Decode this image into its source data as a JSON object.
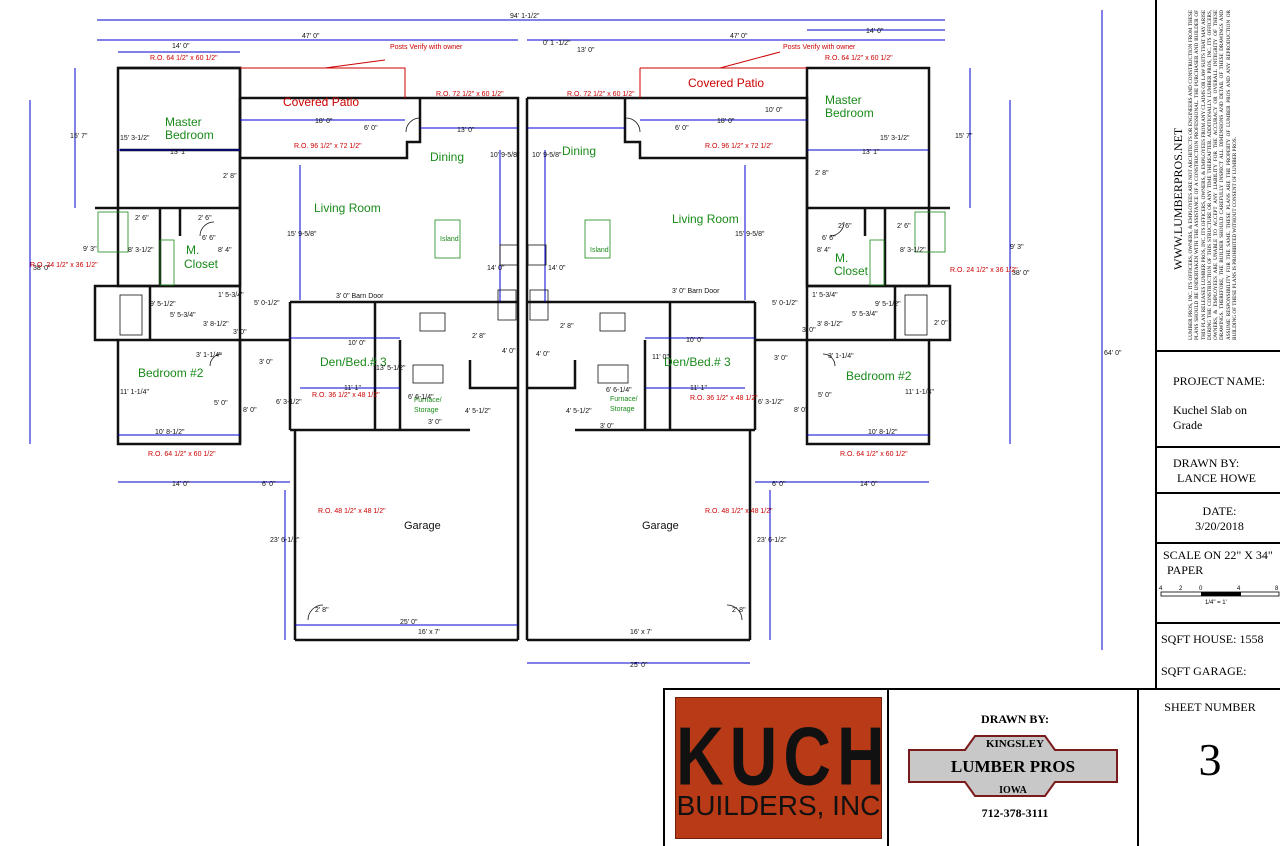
{
  "plan": {
    "overall_width": "94' 1-1/2\"",
    "overall_depth": "64' 0\"",
    "posts_note": "Posts Verify with owner",
    "rooms": {
      "covered_patio": "Covered Patio",
      "master_bedroom_line1": "Master",
      "master_bedroom_line2": "Bedroom",
      "dining": "Dining",
      "living_room": "Living Room",
      "m_closet_line1": "M.",
      "m_closet_line2": "Closet",
      "bedroom2": "Bedroom #2",
      "den_bed3": "Den/Bed.# 3",
      "furnace_line1": "Furnace/",
      "furnace_line2": "Storage",
      "garage": "Garage",
      "island": "Island",
      "barn_door": "3' 0\" Barn Door"
    },
    "dims": {
      "d14": "14' 0\"",
      "d47": "47' 0\"",
      "d0_1": "0' 1 -1/2\"",
      "d13": "13' 0\"",
      "d18": "18' 0\"",
      "d6": "6' 0\"",
      "d10": "10' 0\"",
      "d15_7": "15' 7\"",
      "d15_3": "15' 3-1/2\"",
      "d13_1": "13' 1\"",
      "d10_9": "10' 9-5/8\"",
      "d15_9": "15' 9-5/8\"",
      "d2_6": "2' 6\"",
      "d2_8": "2' 8\"",
      "d6_6": "6' 6\"",
      "d8_4": "8' 4\"",
      "d8_3": "8' 3-1/2\"",
      "d9_3": "9' 3\"",
      "d38": "38' 0\"",
      "d14_0": "14' 0\"",
      "d5_0": "5' 0-1/2\"",
      "d1_5": "1' 5-3/4\"",
      "d9_5": "9' 5-1/2\"",
      "d5_5": "5' 5-3/4\"",
      "d3_8": "3' 8-1/2\"",
      "d3_0": "3' 0\"",
      "d3_1": "3' 1-1/4\"",
      "d11_1": "11' 1-1/4\"",
      "d5_0b": "5' 0\"",
      "d8_0": "8' 0\"",
      "d10_8": "10' 8-1/2\"",
      "d11_0": "11' 0\"",
      "d11_1b": "11' 1\"",
      "d13_5": "13' 5-1/2\"",
      "d6_3": "6' 3-1/2\"",
      "d6_6b": "6' 6-1/4\"",
      "d4_5": "4' 5-1/2\"",
      "d4_0": "4' 0\"",
      "d6_0b": "6' 0\"",
      "d23_6": "23' 6-1/2\"",
      "d25": "25' 0\"",
      "d16x7": "16' x 7'",
      "d2_0": "2' 0\""
    },
    "rough_openings": {
      "ro_64_60": "R.O. 64 1/2\" x 60 1/2\"",
      "ro_72_60": "R.O. 72 1/2\" x 60 1/2\"",
      "ro_96_72": "R.O. 96 1/2\" x 72 1/2\"",
      "ro_24_36": "R.O. 24 1/2\" x 36 1/2\"",
      "ro_36_48": "R.O. 36 1/2\" x 48 1/2\"",
      "ro_48_48": "R.O. 48 1/2\" x 48 1/2\""
    }
  },
  "title_block": {
    "site_url": "WWW.LUMBERPROS.NET",
    "disclaimer": "LUMBER PROS, INC. ITS OFFICERS, OWNERS, & EMPLOYEES ARE NOT ARCHITECTS OR ENGINEERS AND CONSTRUCTION FROM THESE PLANS SHOULD BE UNDERTAKEN WITH THE ASSISTANCE OF A CONSTRUCTION PROFESSIONAL. THE PURCHASER AND BUILDER OF THIS PLAN RELEASES LUMBER PROS, INC. ITS OFFICERS, OWNERS, & EMPLOYEES FROM ANY CLAIMS OR LAW SUITS THAT MAY ARISE DURING THE CONSTRUCTION OF THIS STRUCTURE OR ANY TIME THEREAFTER. ADDITIONALLY LUMBER PROS, INC. ITS OFFICERS, OWNERS, & EMPLOYEES ARE UNABLE TO ACCEPT ANY LIABILITY FOR THE ACCURACY OR OVERALL INTEGRITY OF THESE DRAWINGS. THEREFORE, THE BUILDER SHOULD CAREFULLY INSPECT ALL DIMENSIONS AND DETAIL OF THESE DRAWINGS AND ASSUME RESPONSIBILITY FOR THE SAME. THESE PLANS ARE THE PROPERTY OF LUMBER PROS AND ANY REPRODUCTION OR BUILDING OF THESE PLANS IS PROHIBITED WITHOUT CONSENT OF LUMBER PROS.",
    "project_name_label": "PROJECT NAME:",
    "project_name_line1": "Kuchel Slab on",
    "project_name_line2": "Grade",
    "drawn_by_label": "DRAWN BY:",
    "drawn_by_value": "LANCE HOWE",
    "date_label": "DATE:",
    "date_value": "3/20/2018",
    "scale_label_line1": "SCALE ON 22\" X 34\"",
    "scale_label_line2": "PAPER",
    "scale_ticks": [
      "4",
      "2",
      "0",
      "4",
      "8"
    ],
    "scale_note": "1/4\" = 1'",
    "sqft_house": "SQFT HOUSE: 1558",
    "sqft_garage": "SQFT GARAGE:",
    "sheet_number_label": "SHEET NUMBER",
    "sheet_number": "3"
  },
  "logos": {
    "kuch_word": "KUCH",
    "kuch_sub": "BUILDERS, INC",
    "drawn_by": "DRAWN BY:",
    "kingsley": "KINGSLEY",
    "lumber_pros": "LUMBER PROS",
    "iowa": "IOWA",
    "phone": "712-378-3111"
  },
  "colors": {
    "room_label": "#1a8a1a",
    "rough_opening": "#cc0000",
    "dimension_line": "#0000cc",
    "logo_background": "#b83a16"
  }
}
